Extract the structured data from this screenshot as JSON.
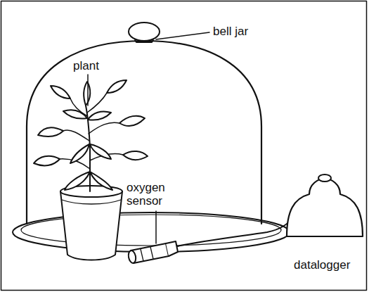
{
  "diagram": {
    "labels": [
      "bell jar",
      "plant",
      "oxygen sensor",
      "datalogger"
    ]
  }
}
